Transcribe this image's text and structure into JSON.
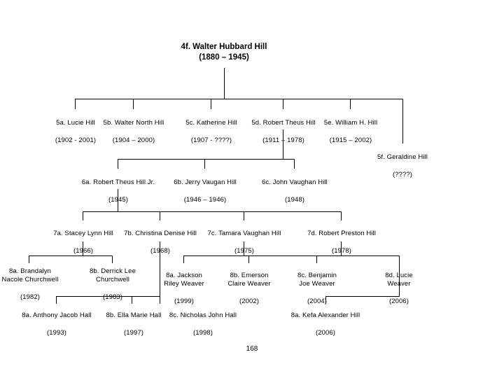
{
  "document": {
    "page_number": "168",
    "title": {
      "name": "4f. Walter Hubbard Hill",
      "years": "(1880 – 1945)"
    }
  },
  "generation5": [
    {
      "name": "5a. Lucie Hill",
      "years": "(1902 - 2001)"
    },
    {
      "name": "5b. Walter North Hill",
      "years": "(1904 – 2000)"
    },
    {
      "name": "5c. Katherine Hill",
      "years": "(1907 - ????)"
    },
    {
      "name": "5d. Robert Theus Hill",
      "years": "(1911 – 1978)"
    },
    {
      "name": "5e. William H. Hill",
      "years": "(1915 – 2002)"
    },
    {
      "name": "5f. Geraldine Hill",
      "years": "(????)"
    }
  ],
  "generation6": [
    {
      "name": "6a. Robert Theus Hill  Jr.",
      "years": "(1945)"
    },
    {
      "name": "6b. Jerry Vaugan Hill",
      "years": "(1946 – 1946)"
    },
    {
      "name": "6c. John Vaughan Hill",
      "years": "(1948)"
    }
  ],
  "generation7": [
    {
      "name": "7a. Stacey Lynn Hill",
      "years": "(1966)"
    },
    {
      "name": "7b. Christina Denise Hill",
      "years": "(1968)"
    },
    {
      "name": "7c. Tamara Vaughan Hill",
      "years": "(1975)"
    },
    {
      "name": "7d. Robert Preston Hill",
      "years": "(1978)"
    }
  ],
  "generation8_churchwell": [
    {
      "name": "8a. Brandalyn\nNacole Churchwell",
      "years": "(1982)"
    },
    {
      "name": "8b. Derrick Lee\nChurchwell",
      "years": "(1983)"
    }
  ],
  "generation8_weaver": [
    {
      "name": "8a. Jackson\nRiley Weaver",
      "years": "(1999)"
    },
    {
      "name": "8b. Emerson\nClaire Weaver",
      "years": "(2002)"
    },
    {
      "name": "8c. Benjamin\nJoe Weaver",
      "years": "(2004)"
    },
    {
      "name": "8d. Lucie\nWeaver",
      "years": "(2006)"
    }
  ],
  "generation8_hall": [
    {
      "name": "8a. Anthony Jacob Hall",
      "years": "(1993)"
    },
    {
      "name": "8b. Ella Marie Hall",
      "years": "(1997)"
    },
    {
      "name": "8c. Nicholas John Hall",
      "years": "(1998)"
    }
  ],
  "generation8_hill": [
    {
      "name": "8a. Kefa Alexander Hill",
      "years": "(2006)"
    }
  ]
}
